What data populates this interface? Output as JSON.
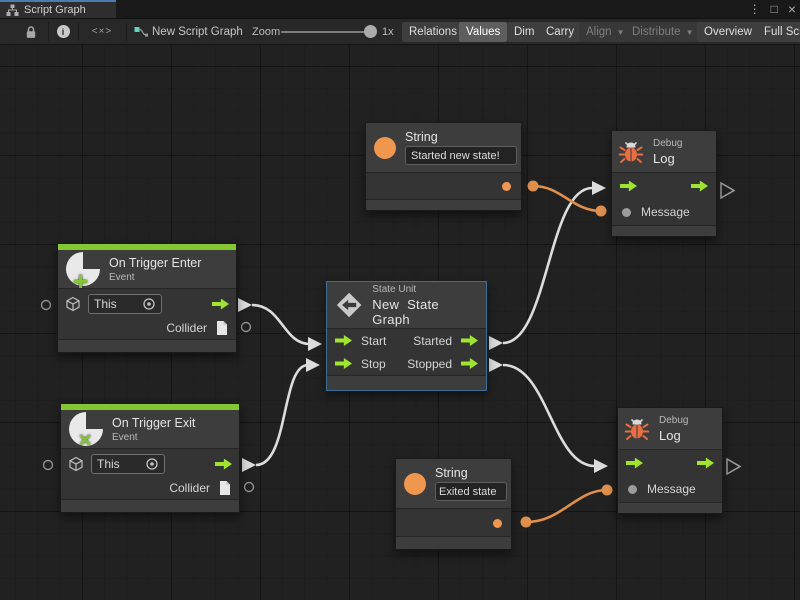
{
  "titlebar": {
    "tab_label": "Script Graph",
    "more_glyph": "⋮",
    "maximize_glyph": "□",
    "close_glyph": "×"
  },
  "toolbar": {
    "code_glyph": "<×>",
    "info_glyph": "i",
    "graph_name": "New Script Graph",
    "zoom_label": "Zoom",
    "zoom_value": "1x",
    "dropdown_arrow": "▼",
    "buttons": {
      "relations": "Relations",
      "values": "Values",
      "dim": "Dim",
      "carry": "Carry",
      "align": "Align",
      "distribute": "Distribute",
      "overview": "Overview",
      "fullscreen": "Full Scr"
    }
  },
  "nodes": {
    "string_top": {
      "title": "String",
      "value": "Started new state!"
    },
    "debug_top": {
      "category": "Debug",
      "title": "Log",
      "port_message": "Message"
    },
    "trigger_enter": {
      "title": "On Trigger Enter",
      "subtitle": "Event",
      "self_value": "This",
      "port_collider": "Collider"
    },
    "state_unit": {
      "category": "State Unit",
      "title": "New State Graph",
      "port_start": "Start",
      "port_stop": "Stop",
      "port_started": "Started",
      "port_stopped": "Stopped"
    },
    "trigger_exit": {
      "title": "On Trigger Exit",
      "subtitle": "Event",
      "self_value": "This",
      "port_collider": "Collider"
    },
    "string_bottom": {
      "title": "String",
      "value": "Exited state"
    },
    "debug_bottom": {
      "category": "Debug",
      "title": "Log",
      "port_message": "Message"
    }
  },
  "colors": {
    "canvas_bg": "#212121",
    "accent_green": "#85C733",
    "flow_green": "#9FE52F",
    "value_orange": "#F0974F",
    "bug_orange": "#E96E41",
    "wire_white": "#DCDCDC",
    "wire_orange": "#DF8F4D",
    "selection_blue": "#3E6D99"
  }
}
